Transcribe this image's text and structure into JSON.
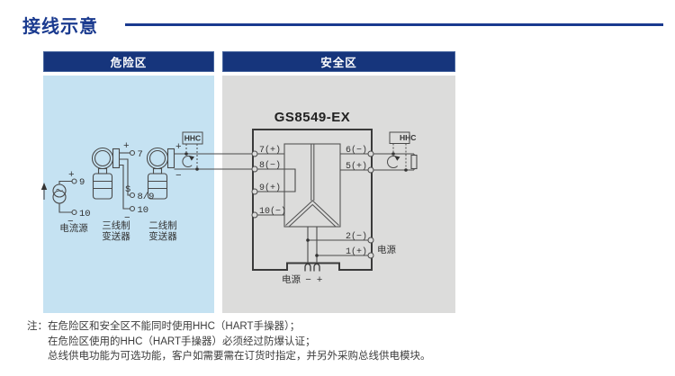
{
  "header": {
    "title": "接线示意"
  },
  "zones": {
    "hazardous_label": "危险区",
    "safe_label": "安全区"
  },
  "diagram": {
    "hazardous": {
      "hhc_label": "HHC",
      "current_source": {
        "name": "电流源",
        "plus": "+",
        "terminal_9": "9",
        "terminal_10": "10",
        "minus": "−"
      },
      "three_wire_transmitter": {
        "name_line1": "三线制",
        "name_line2": "变送器",
        "plus": "+",
        "terminal_7": "7",
        "s_label": "S",
        "terminal_8_9": "8/9",
        "terminal_10": "10",
        "minus": "−"
      },
      "two_wire_transmitter": {
        "name_line1": "二线制",
        "name_line2": "变送器",
        "plus": "+",
        "minus": "−"
      }
    },
    "safe": {
      "device_model": "GS8549-EX",
      "hhc_label": "HHC",
      "terminals": {
        "t7": "7(+)",
        "t8": "8(−)",
        "t9": "9(+)",
        "t10": "10(−)",
        "t6": "6(−)",
        "t5": "5(+)",
        "t2": "2(−)",
        "t1": "1(+)"
      },
      "power_side_label": "电源",
      "power_bottom": {
        "label": "电源",
        "minus": "−",
        "plus": "+"
      }
    }
  },
  "notes": {
    "prefix": "注：",
    "lines": [
      "在危险区和安全区不能同时使用HHC（HART手操器）；",
      "在危险区使用的HHC（HART手操器）必须经过防爆认证；",
      "总线供电功能为可选功能，客户如需要需在订货时指定，并另外采购总线供电模块。"
    ]
  },
  "colors": {
    "navy": "#16357c",
    "title_blue": "#1a3a8f",
    "panel_blue": "#c5e2f2",
    "panel_gray": "#dcdcdb",
    "line": "#4a4a4a"
  }
}
